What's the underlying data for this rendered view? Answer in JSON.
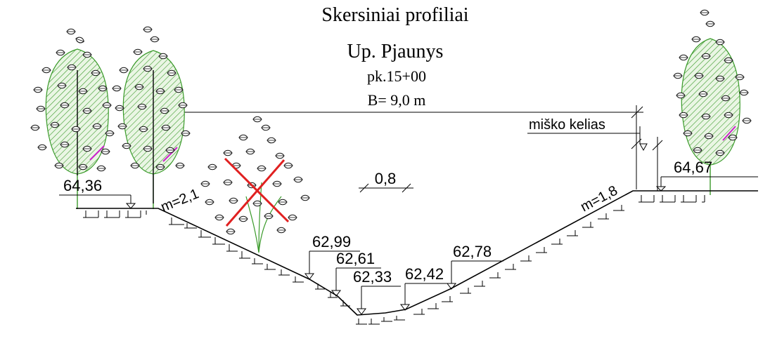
{
  "title": {
    "line1": "Skersiniai profiliai",
    "line2": "Up. Pjaunys",
    "picket": "pk.15+00",
    "width": "B= 9,0 m"
  },
  "labels": {
    "road": "miško kelias",
    "depth": "0,8",
    "slope_left": "m=2,1",
    "slope_right": "m=1,8"
  },
  "elevations": {
    "left_bank": "64,36",
    "right_bank": "64,67",
    "e1": "62,99",
    "e2": "62,61",
    "e3": "62,33",
    "e4": "62,42",
    "e5": "62,78"
  },
  "colors": {
    "vegetation": "#3a9a2a",
    "cross_out": "#e02020",
    "accent": "#cc22cc"
  }
}
